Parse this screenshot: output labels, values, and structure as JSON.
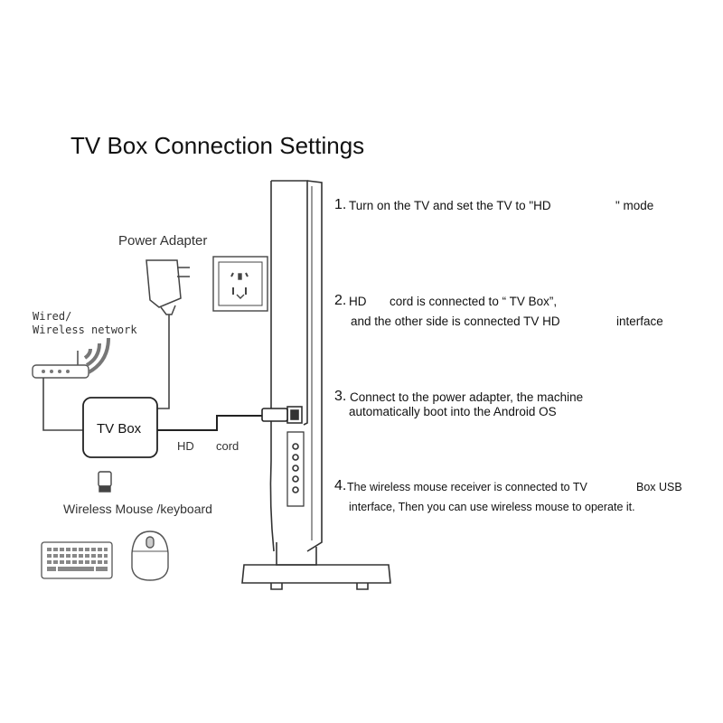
{
  "title": "TV Box Connection Settings",
  "labels": {
    "power_adapter": "Power Adapter",
    "wired_line1": "Wired/",
    "wired_line2": "Wireless network",
    "tv_box": "TV Box",
    "hd_cord_a": "HD",
    "hd_cord_b": "cord",
    "wireless_mouse": "Wireless Mouse /keyboard"
  },
  "steps": [
    {
      "num": "1.",
      "line1a": "Turn on the TV and set the TV to \"HD",
      "line1b": "\" mode"
    },
    {
      "num": "2.",
      "line1a": "HD",
      "line1b": "cord is connected to “ TV Box”,",
      "line2a": "and the other side is connected TV HD",
      "line2b": "interface"
    },
    {
      "num": "3.",
      "line1": "Connect to the power adapter, the machine",
      "line2": "automatically boot into the Android OS"
    },
    {
      "num": "4.",
      "line1a": "The wireless mouse receiver is connected to TV",
      "line1b": "Box USB",
      "line2": "interface, Then you can use wireless mouse to operate it."
    }
  ],
  "icons": {
    "adapter": "power-adapter-icon",
    "socket": "wall-socket-icon",
    "router": "router-icon",
    "wifi": "wifi-signal-icon",
    "tvbox": "tv-box-icon",
    "receiver": "usb-receiver-icon",
    "keyboard": "keyboard-icon",
    "mouse": "mouse-icon",
    "tv": "tv-side-view-icon"
  }
}
